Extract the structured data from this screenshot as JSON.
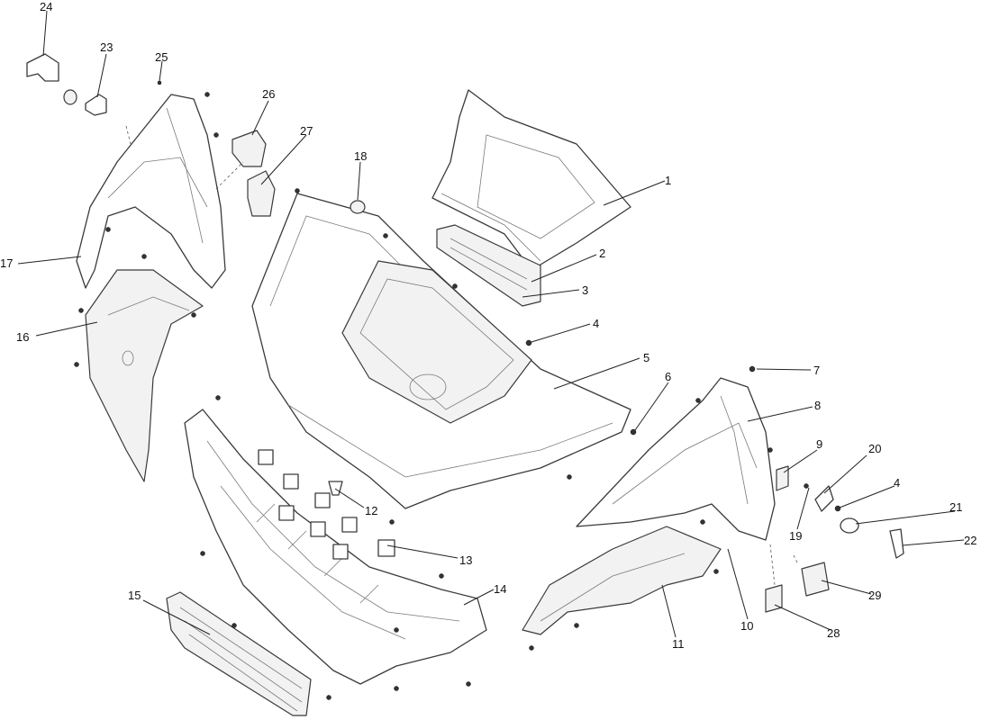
{
  "callouts": {
    "c1": "1",
    "c2": "2",
    "c3": "3",
    "c4": "4",
    "c4b": "4",
    "c5": "5",
    "c6": "6",
    "c7": "7",
    "c8": "8",
    "c9": "9",
    "c10": "10",
    "c11": "11",
    "c12": "12",
    "c13": "13",
    "c14": "14",
    "c15": "15",
    "c16": "16",
    "c17": "17",
    "c18": "18",
    "c19": "19",
    "c20": "20",
    "c21": "21",
    "c22": "22",
    "c23": "23",
    "c24": "24",
    "c25": "25",
    "c26": "26",
    "c27": "27",
    "c28": "28",
    "c29": "29"
  },
  "colors": {
    "line": "#3a3a3a",
    "text": "#111111",
    "background": "#ffffff"
  }
}
